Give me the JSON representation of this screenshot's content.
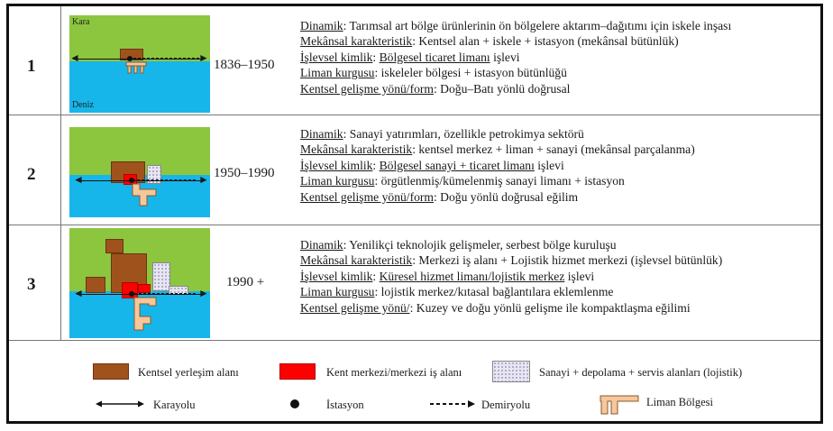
{
  "rows": [
    {
      "number": "1",
      "period": "1836–1950",
      "map_labels": {
        "land": "Kara",
        "sea": "Deniz"
      },
      "lines": [
        {
          "key": "Dinamik",
          "text": ": Tarımsal art bölge ürünlerinin ön bölgelere aktarım–dağıtımı için iskele inşası"
        },
        {
          "key": "Mekânsal karakteristik",
          "text": ": Kentsel alan + iskele + istasyon (mekânsal bütünlük)"
        },
        {
          "key": "İşlevsel kimlik",
          "text": ": ",
          "key2": "Bölgesel ticaret limanı",
          "text2": " işlevi"
        },
        {
          "key": "Liman kurgusu",
          "text": ": iskeleler bölgesi + istasyon bütünlüğü"
        },
        {
          "key": "Kentsel gelişme yönü/form",
          "text": ": Doğu–Batı yönlü doğrusal"
        }
      ]
    },
    {
      "number": "2",
      "period": "1950–1990",
      "lines": [
        {
          "key": "Dinamik",
          "text": ": Sanayi yatırımları, özellikle petrokimya sektörü"
        },
        {
          "key": "Mekânsal karakteristik",
          "text": ": kentsel merkez + liman + sanayi (mekânsal parçalanma)"
        },
        {
          "key": "İşlevsel kimlik",
          "text": ": ",
          "key2": "Bölgesel sanayi + ticaret limanı",
          "text2": " işlevi"
        },
        {
          "key": "Liman kurgusu",
          "text": ": örgütlenmiş/kümelenmiş sanayi limanı + istasyon"
        },
        {
          "key": "Kentsel gelişme yönü/form",
          "text": ": Doğu yönlü doğrusal eğilim"
        }
      ]
    },
    {
      "number": "3",
      "period": "1990 +",
      "lines": [
        {
          "key": "Dinamik",
          "text": ": Yenilikçi teknolojik gelişmeler, serbest bölge kuruluşu"
        },
        {
          "key": "Mekânsal karakteristik",
          "text": ": Merkezi iş alanı + Lojistik hizmet merkezi (işlevsel bütünlük)"
        },
        {
          "key": "İşlevsel kimlik",
          "text": ": ",
          "key2": "Küresel hizmet limanı/lojistik merkez",
          "text2": " işlevi"
        },
        {
          "key": "Liman kurgusu",
          "text": ": lojistik merkez/kıtasal bağlantılara eklemlenme"
        },
        {
          "key": "Kentsel gelişme yönü/",
          "text": ": Kuzey ve doğu yönlü gelişme ile kompaktlaşma eğilimi"
        }
      ]
    }
  ],
  "legend": {
    "urban": "Kentsel yerleşim alanı",
    "center": "Kent merkezi/merkezi iş alanı",
    "industry": "Sanayi + depolama + servis alanları (lojistik)",
    "road": "Karayolu",
    "station": "İstasyon",
    "rail": "Demiryolu",
    "port": "Liman Bölgesi"
  },
  "colors": {
    "land": "#8cc63f",
    "sea": "#16b6ea",
    "urban": "#a0521d",
    "center": "#ff0000",
    "industry": "#e8e6f2"
  }
}
